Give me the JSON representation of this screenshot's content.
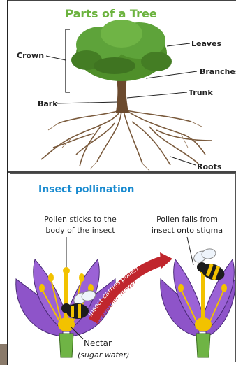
{
  "tree": {
    "title": "Parts of a Tree",
    "labels": {
      "crown": "Crown",
      "leaves": "Leaves",
      "branches": "Branches",
      "trunk": "Trunk",
      "bark": "Bark",
      "roots": "Roots"
    },
    "colors": {
      "title": "#6cb33f",
      "foliage": "#4f8f2a",
      "wood": "#6b4a2e"
    }
  },
  "pollination": {
    "title": "Insect pollination",
    "caption_left_1": "Pollen sticks to the",
    "caption_left_2": "body of the insect",
    "caption_right_1": "Pollen falls from",
    "caption_right_2": "insect onto stigma",
    "arrow_text_1": "Insect carries pollen",
    "arrow_text_2": "to another flower",
    "nectar": "Nectar",
    "nectar_sub": "(sugar water)",
    "colors": {
      "title": "#1a8bd0",
      "petal": "#8e54c9",
      "arrow": "#c0262d",
      "pollen": "#f2c200"
    }
  }
}
